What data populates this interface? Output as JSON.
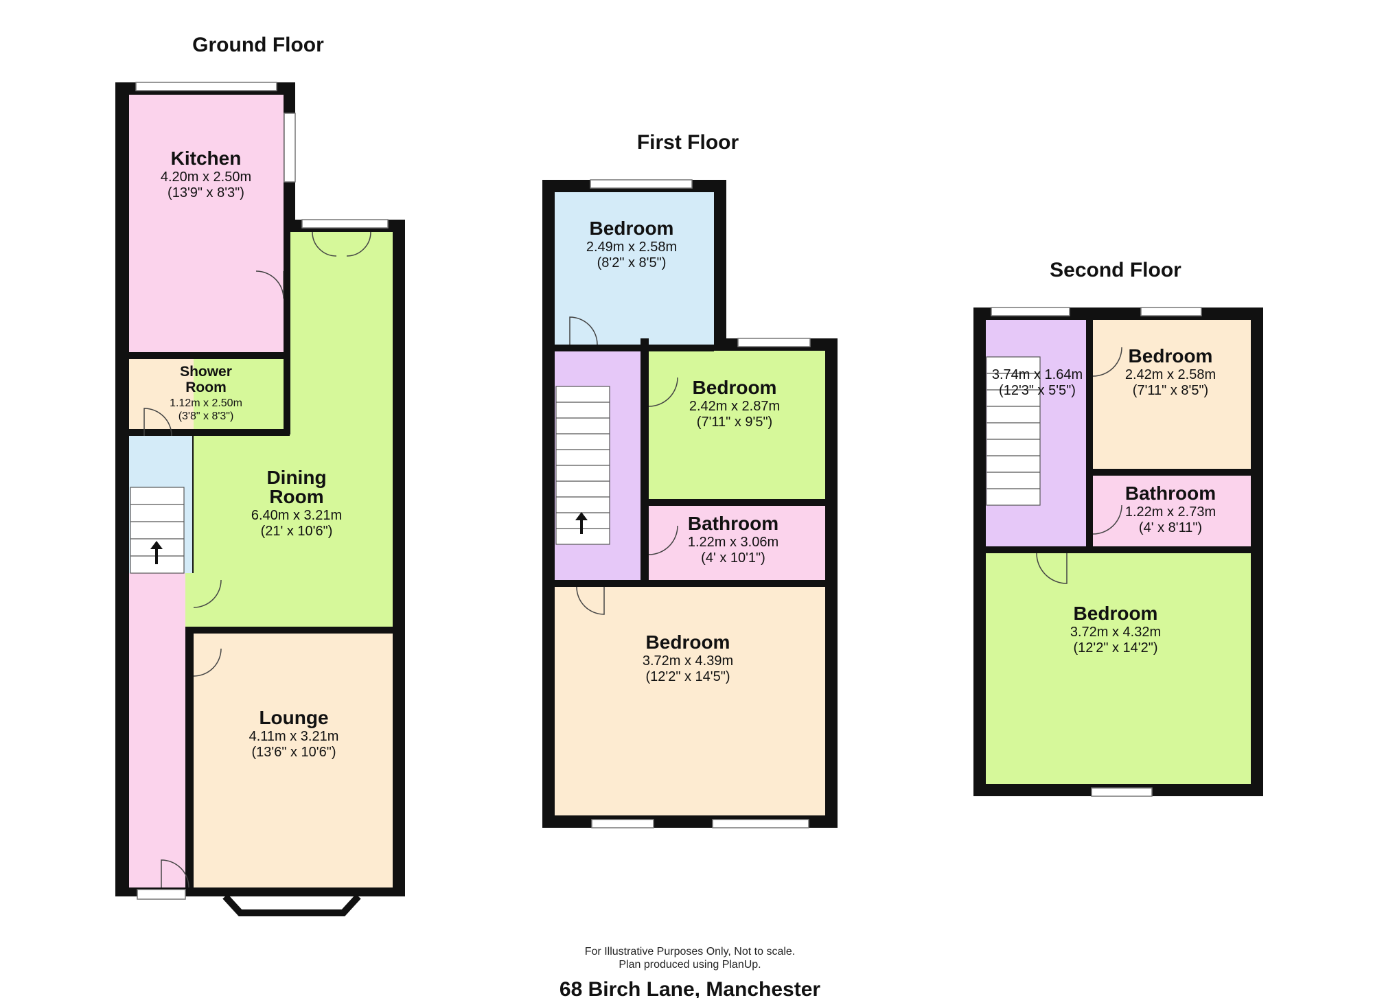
{
  "floors": {
    "ground": {
      "title": "Ground Floor",
      "rooms": {
        "kitchen": {
          "name": "Kitchen",
          "metric": "4.20m x 2.50m",
          "imperial": "(13'9\" x 8'3\")"
        },
        "shower": {
          "name_line1": "Shower",
          "name_line2": "Room",
          "metric": "1.12m x 2.50m",
          "imperial": "(3'8\" x 8'3\")"
        },
        "dining": {
          "name_line1": "Dining",
          "name_line2": "Room",
          "metric": "6.40m x 3.21m",
          "imperial": "(21' x 10'6\")"
        },
        "lounge": {
          "name": "Lounge",
          "metric": "4.11m x 3.21m",
          "imperial": "(13'6\" x 10'6\")"
        }
      }
    },
    "first": {
      "title": "First Floor",
      "rooms": {
        "bedroom_back": {
          "name": "Bedroom",
          "metric": "2.49m x 2.58m",
          "imperial": "(8'2\" x 8'5\")"
        },
        "bedroom_mid": {
          "name": "Bedroom",
          "metric": "2.42m x 2.87m",
          "imperial": "(7'11\" x 9'5\")"
        },
        "bathroom": {
          "name": "Bathroom",
          "metric": "1.22m x 3.06m",
          "imperial": "(4' x 10'1\")"
        },
        "bedroom_front": {
          "name": "Bedroom",
          "metric": "3.72m x 4.39m",
          "imperial": "(12'2\" x 14'5\")"
        }
      }
    },
    "second": {
      "title": "Second Floor",
      "rooms": {
        "landing": {
          "metric": "3.74m x 1.64m",
          "imperial": "(12'3\" x 5'5\")"
        },
        "bedroom_back": {
          "name": "Bedroom",
          "metric": "2.42m x 2.58m",
          "imperial": "(7'11\" x 8'5\")"
        },
        "bathroom": {
          "name": "Bathroom",
          "metric": "1.22m x 2.73m",
          "imperial": "(4' x 8'11\")"
        },
        "bedroom_front": {
          "name": "Bedroom",
          "metric": "3.72m x 4.32m",
          "imperial": "(12'2\" x 14'2\")"
        }
      }
    }
  },
  "footer": {
    "disclaimer_line1": "For Illustrative Purposes Only, Not to scale.",
    "disclaimer_line2": "Plan produced using PlanUp.",
    "address": "68 Birch Lane, Manchester"
  },
  "colors": {
    "pink": "#fbd3ec",
    "green": "#d6f89a",
    "peach": "#fdebd1",
    "blue": "#d4ebf8",
    "lavender": "#e6c8f8",
    "wall": "#111111"
  }
}
